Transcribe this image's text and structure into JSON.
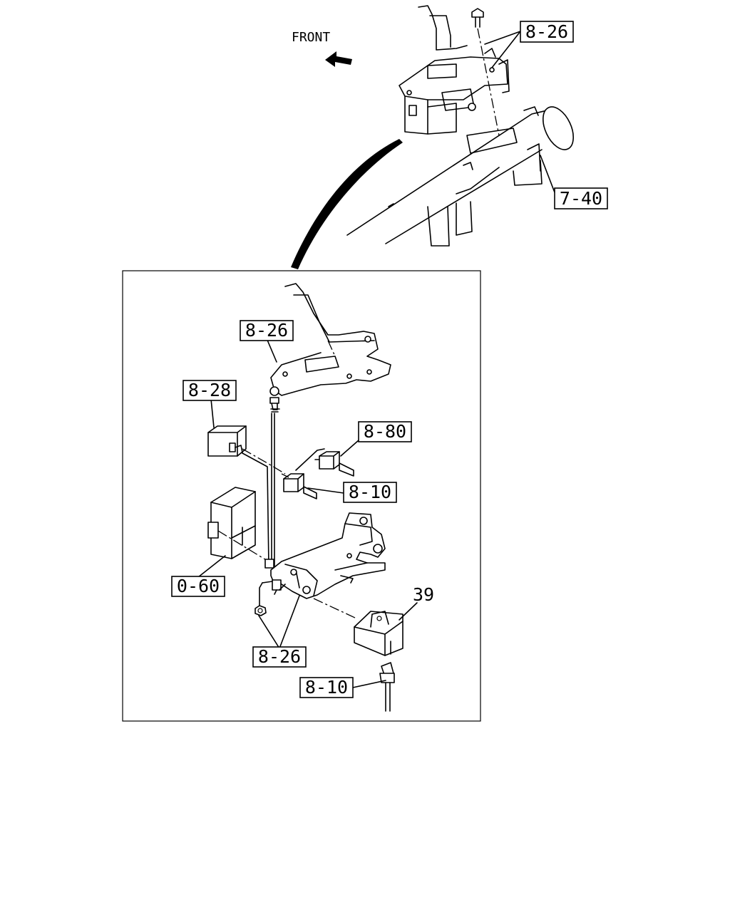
{
  "front_label": "FRONT",
  "callouts": {
    "top_bracket": "8-26",
    "cross_member": "7-40",
    "bracket_detail": "8-26",
    "relay": "8-28",
    "switch_upper": "8-80",
    "switch_mid": "8-10",
    "control_unit": "0-60",
    "fasteners": "8-26",
    "part_39": "39",
    "connector_low": "8-10"
  }
}
